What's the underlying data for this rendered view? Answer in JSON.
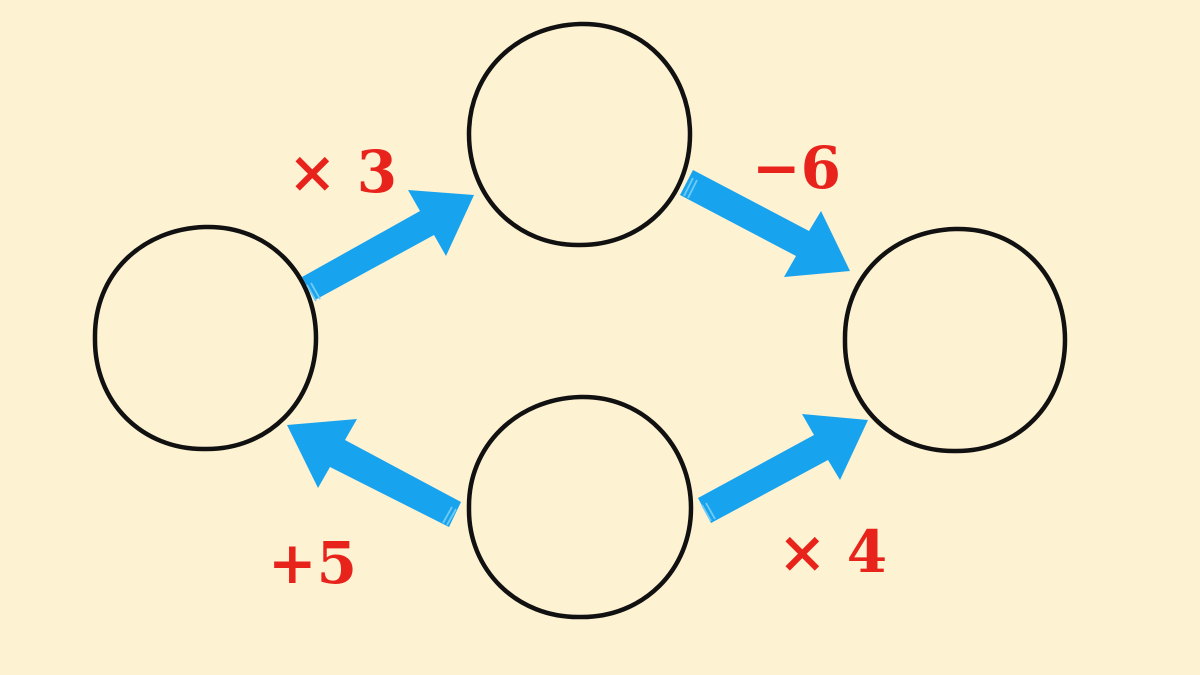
{
  "colors": {
    "background": "#fdf2d2",
    "arrow": "#18a3ee",
    "arrow_stripe": "#6fcaf6",
    "circle_stroke": "#111111",
    "circle_fill": "#fdf2d2",
    "operation_text": "#e8231c"
  },
  "nodes": [
    {
      "id": "left",
      "value": ""
    },
    {
      "id": "top",
      "value": ""
    },
    {
      "id": "right",
      "value": ""
    },
    {
      "id": "bottom",
      "value": ""
    }
  ],
  "edges": [
    {
      "from": "left",
      "to": "top",
      "operation": "× 3"
    },
    {
      "from": "top",
      "to": "right",
      "operation": "−6"
    },
    {
      "from": "bottom",
      "to": "right",
      "operation": "× 4"
    },
    {
      "from": "bottom",
      "to": "left",
      "operation": "+5"
    }
  ]
}
